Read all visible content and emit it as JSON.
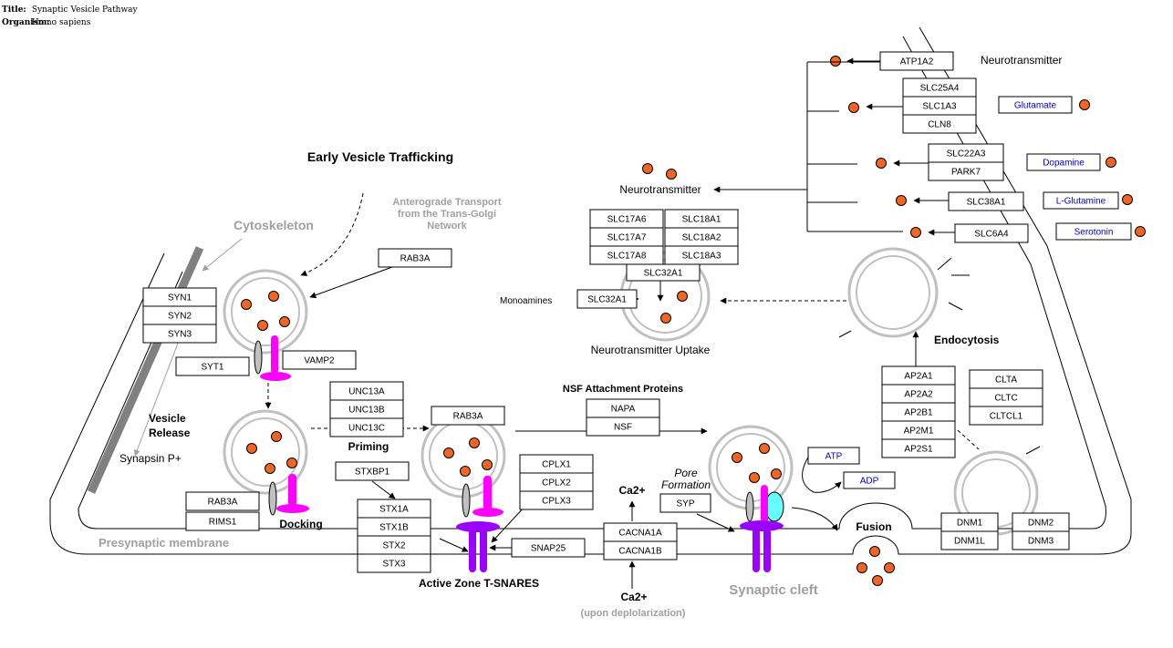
{
  "meta": {
    "title_label": "Title:",
    "title": "Synaptic Vesicle Pathway",
    "organism_label": "Organism:",
    "organism": "Homo sapiens"
  },
  "labels": {
    "early_vesicle": "Early Vesicle Trafficking",
    "anterograde_1": "Anterograde Transport",
    "anterograde_2": "from the Trans-Golgi",
    "anterograde_3": "Network",
    "cytoskeleton": "Cytoskeleton",
    "neurotransmitter_top": "Neurotransmitter",
    "neurotransmitter_mid": "Neurotransmitter",
    "monoamines": "Monoamines",
    "nt_uptake": "Neurotransmitter Uptake",
    "endocytosis": "Endocytosis",
    "vesicle_release_1": "Vesicle",
    "vesicle_release_2": "Release",
    "synapsin": "Synapsin P+",
    "priming": "Priming",
    "nsf": "NSF Attachment Proteins",
    "docking": "Docking",
    "pore_1": "Pore",
    "pore_2": "Formation",
    "ca_top": "Ca2+",
    "ca_bottom": "Ca2+",
    "depol": "(upon deplolarization)",
    "fusion": "Fusion",
    "presynaptic": "Presynaptic membrane",
    "active_zone": "Active Zone T-SNARES",
    "synaptic_cleft": "Synaptic cleft"
  },
  "genes": {
    "atp1a2": "ATP1A2",
    "slc25a4": "SLC25A4",
    "slc1a3": "SLC1A3",
    "cln8": "CLN8",
    "slc22a3": "SLC22A3",
    "park7": "PARK7",
    "slc38a1": "SLC38A1",
    "slc6a4": "SLC6A4",
    "slc17a6": "SLC17A6",
    "slc17a7": "SLC17A7",
    "slc17a8": "SLC17A8",
    "slc18a1": "SLC18A1",
    "slc18a2": "SLC18A2",
    "slc18a3": "SLC18A3",
    "slc32a1_top": "SLC32A1",
    "slc32a1_left": "SLC32A1",
    "rab3a_top": "RAB3A",
    "rab3a_mid": "RAB3A",
    "rab3a_dock": "RAB3A",
    "syn1": "SYN1",
    "syn2": "SYN2",
    "syn3": "SYN3",
    "syt1": "SYT1",
    "vamp2": "VAMP2",
    "unc13a": "UNC13A",
    "unc13b": "UNC13B",
    "unc13c": "UNC13C",
    "napa": "NAPA",
    "nsf": "NSF",
    "rims1": "RIMS1",
    "stxbp1": "STXBP1",
    "stx1a": "STX1A",
    "stx1b": "STX1B",
    "stx2": "STX2",
    "stx3": "STX3",
    "cplx1": "CPLX1",
    "cplx2": "CPLX2",
    "cplx3": "CPLX3",
    "snap25": "SNAP25",
    "syp": "SYP",
    "cacna1a": "CACNA1A",
    "cacna1b": "CACNA1B",
    "ap2a1": "AP2A1",
    "ap2a2": "AP2A2",
    "ap2b1": "AP2B1",
    "ap2m1": "AP2M1",
    "ap2s1": "AP2S1",
    "clta": "CLTA",
    "cltc": "CLTC",
    "cltcl1": "CLTCL1",
    "dnm1": "DNM1",
    "dnm1l": "DNM1L",
    "dnm2": "DNM2",
    "dnm3": "DNM3"
  },
  "metabolites": {
    "glutamate": "Glutamate",
    "dopamine": "Dopamine",
    "l_glutamine": "L-Glutamine",
    "serotonin": "Serotonin",
    "atp": "ATP",
    "adp": "ADP"
  },
  "colors": {
    "molecule": "#f26522",
    "vamp_magenta": "#ff00ff",
    "snare_purple": "#9900ff",
    "synaptotagmin_cyan": "#66ffff",
    "vesicle_grey": "#c0c0c0",
    "heading_blue": "#0000cc",
    "metabolite_blue": "#0000cc"
  }
}
